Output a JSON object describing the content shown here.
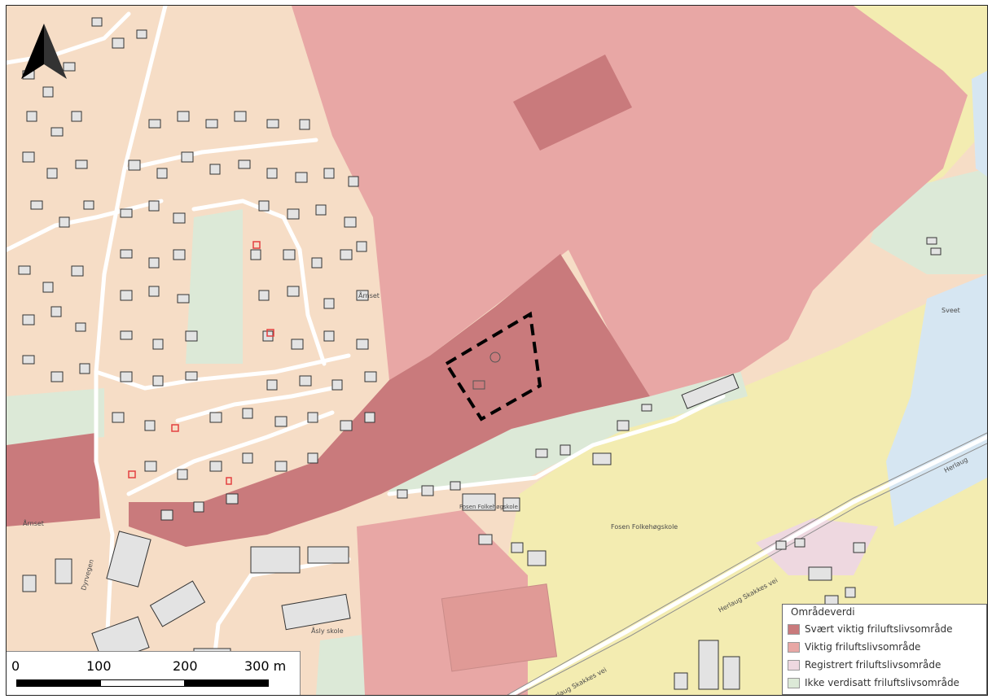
{
  "legend": {
    "title": "Områdeverdi",
    "items": [
      {
        "label": "Svært viktig friluftslivsområde",
        "color": "#c97a7c"
      },
      {
        "label": "Viktig friluftslivsområde",
        "color": "#e8a7a5"
      },
      {
        "label": "Registrert friluftslivsområde",
        "color": "#eed8e0"
      },
      {
        "label": "Ikke verdisatt friluftslivsområde",
        "color": "#dce9d7"
      }
    ]
  },
  "scalebar": {
    "ticks": [
      "0",
      "100",
      "200",
      "300 m"
    ]
  },
  "place_labels": {
    "fosen_folkehogskole": "Fosen Folkehøgskole",
    "fosen_folkehogskole_small": "Fosen Folkehøgskole",
    "arnset": "Årnset",
    "arnset2": "Årnset",
    "aasly_skole": "Åsly skole",
    "sveet": "Sveet",
    "road_herlaug_1": "Herlaug Skakkes vei",
    "road_herlaug_2": "Herlaug Skakkes vei",
    "road_herlaug_3": "Herlaug",
    "road_e": "Dyrvegen"
  },
  "colors": {
    "residential": "#f6ddc6",
    "important": "#e8a7a5",
    "very_important": "#c97a7c",
    "registered": "#eed8e0",
    "unvalued": "#dce9d7",
    "field": "#f3ecb1",
    "water": "#d6e6f2",
    "building": "#e3e3e3",
    "study_area": "#000000"
  },
  "north_arrow": {
    "icon": "north-arrow-icon"
  }
}
